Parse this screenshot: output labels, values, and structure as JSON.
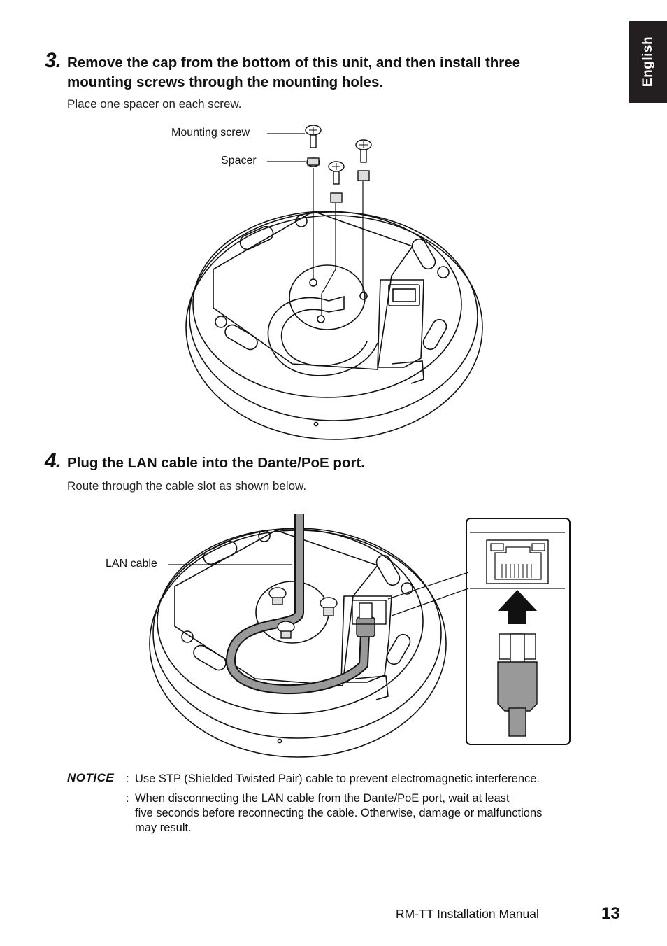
{
  "language_tab": "English",
  "steps": [
    {
      "number": "3.",
      "title_line1": "Remove the cap from the bottom of this unit, and then install three",
      "title_line2": "mounting screws through the mounting holes.",
      "note": "Place one spacer on each screw.",
      "callouts": {
        "screw": "Mounting screw",
        "spacer": "Spacer"
      }
    },
    {
      "number": "4.",
      "title_line1": "Plug the LAN cable into the Dante/PoE port.",
      "note": "Route through the cable slot as shown below.",
      "callouts": {
        "cable": "LAN cable"
      }
    }
  ],
  "notice": {
    "label": "NOTICE",
    "items": [
      {
        "line1": "Use STP (Shielded Twisted Pair) cable to prevent electromagnetic interference."
      },
      {
        "line1": "When disconnecting the LAN cable from the Dante/PoE port, wait at least",
        "line2": "five seconds before reconnecting the cable. Otherwise, damage or malfunctions",
        "line3": "may result."
      }
    ]
  },
  "footer": {
    "manual_title": "RM-TT Installation Manual",
    "page_number": "13"
  }
}
